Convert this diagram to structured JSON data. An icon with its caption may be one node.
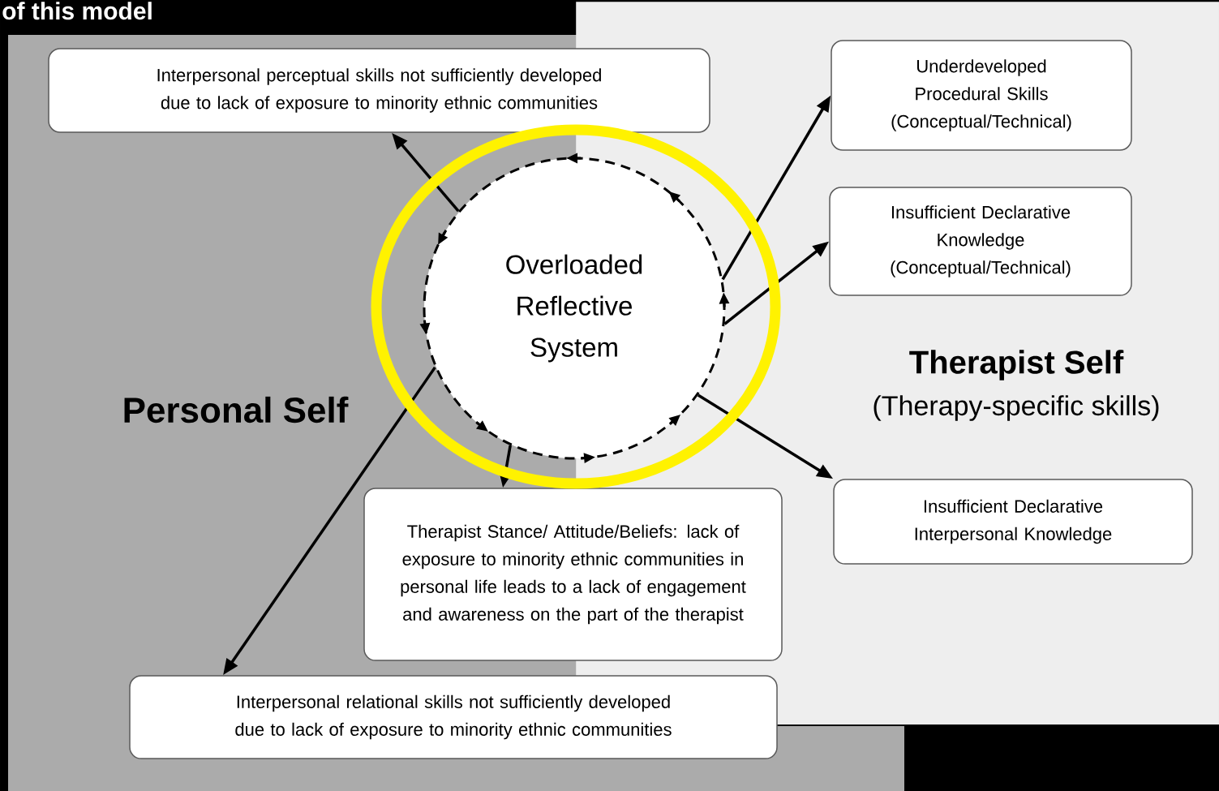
{
  "diagram": {
    "nodes": [
      {
        "text": [
          "Therapist Self",
          "(Therapy-specific skills)"
        ]
      },
      {
        "text": [
          "Overloaded Reflective System"
        ]
      },
      {
        "text": [
          "Interpersonal perceptual skills not sufficiently developed due to lack of exposure to minority ethnic communities"
        ]
      },
      {
        "text": [
          "Underdeveloped Procedural Skills (Conceptual/Technical)"
        ],
        "in": 0
      },
      {
        "text": [
          "Insufficient Declarative Knowledge (Conceptual/Technical)"
        ],
        "in": 0
      },
      {
        "text": [
          "Insufficient Declarative Interpersonal Knowledge"
        ],
        "in": 0
      },
      {
        "text": [
          "Therapist Stance/ Attitude/Beliefs: lack of exposure to minority ethnic communities in personal life leads to a lack of engagement and awareness on the part of the therapist"
        ]
      },
      {
        "text": [
          "Interpersonal relational skills not sufficiently developed due to lack of exposure to minority ethnic communities"
        ]
      }
    ],
    "edges": [
      {
        "from": 1,
        "to": 2,
        "arrow": "to"
      },
      {
        "from": 1,
        "to": 3,
        "arrow": "to"
      },
      {
        "from": 1,
        "to": 4,
        "arrow": "to"
      },
      {
        "from": 1,
        "to": 5,
        "arrow": "to"
      },
      {
        "from": 1,
        "to": 6,
        "arrow": "to"
      },
      {
        "from": 1,
        "to": 7,
        "arrow": "to"
      }
    ],
    "labels": [
      "of this model",
      "Personal Self"
    ]
  }
}
